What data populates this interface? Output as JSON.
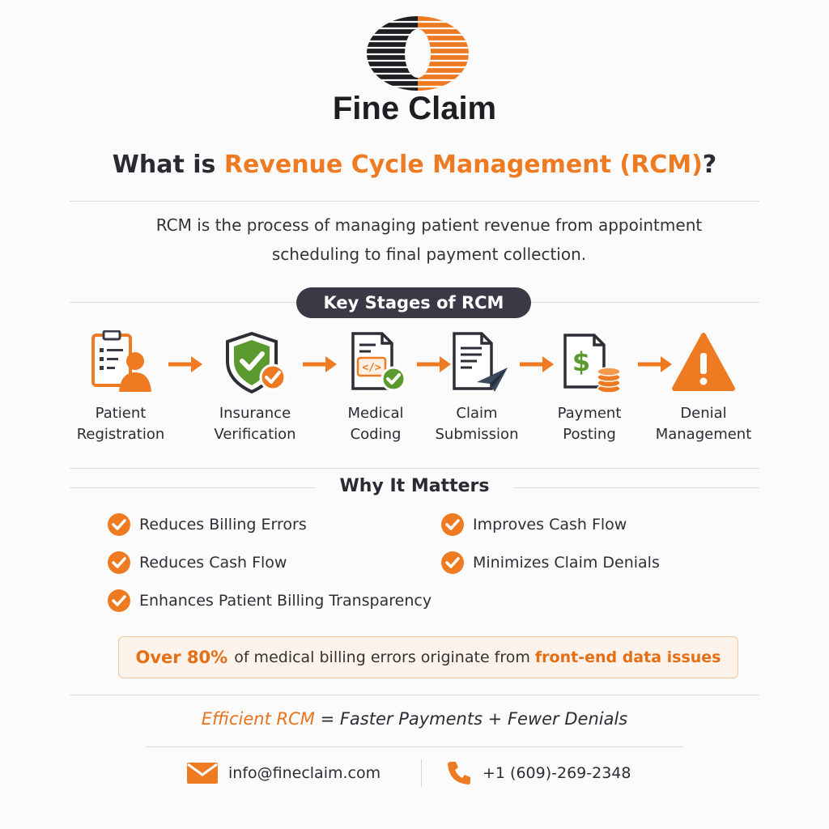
{
  "brand": {
    "name": "Fine Claim"
  },
  "heading": {
    "prefix": "What is ",
    "accent": "Revenue Cycle Management (RCM)",
    "suffix": "?"
  },
  "intro": "RCM is the process of managing patient revenue from appointment scheduling to final payment collection.",
  "stages_title": "Key Stages of RCM",
  "stages": [
    {
      "label": "Patient\nRegistration",
      "icon": "patient-registration-icon"
    },
    {
      "label": "Insurance\nVerification",
      "icon": "shield-check-icon"
    },
    {
      "label": "Medical\nCoding",
      "icon": "code-document-icon"
    },
    {
      "label": "Claim\nSubmission",
      "icon": "claim-send-icon"
    },
    {
      "label": "Payment\nPosting",
      "icon": "payment-coins-icon"
    },
    {
      "label": "Denial\nManagement",
      "icon": "warning-triangle-icon"
    }
  ],
  "why": {
    "title": "Why It Matters",
    "items": [
      "Reduces Billing Errors",
      "Improves Cash Flow",
      "Reduces Cash Flow",
      "Minimizes Claim Denials",
      "Enhances Patient Billing Transparency"
    ]
  },
  "stat": {
    "figure": "Over 80%",
    "text": "of medical billing errors originate from",
    "highlight": "front-end data issues"
  },
  "formula": {
    "accent": "Efficient RCM",
    "rest": " = Faster Payments + Fewer Denials"
  },
  "contact": {
    "email": "info@fineclaim.com",
    "phone": "+1 (609)-269-2348"
  },
  "colors": {
    "accent": "#ee7a22",
    "dark": "#2a2a33",
    "green": "#5a9a2e",
    "pill_bg": "#3a3a46"
  }
}
